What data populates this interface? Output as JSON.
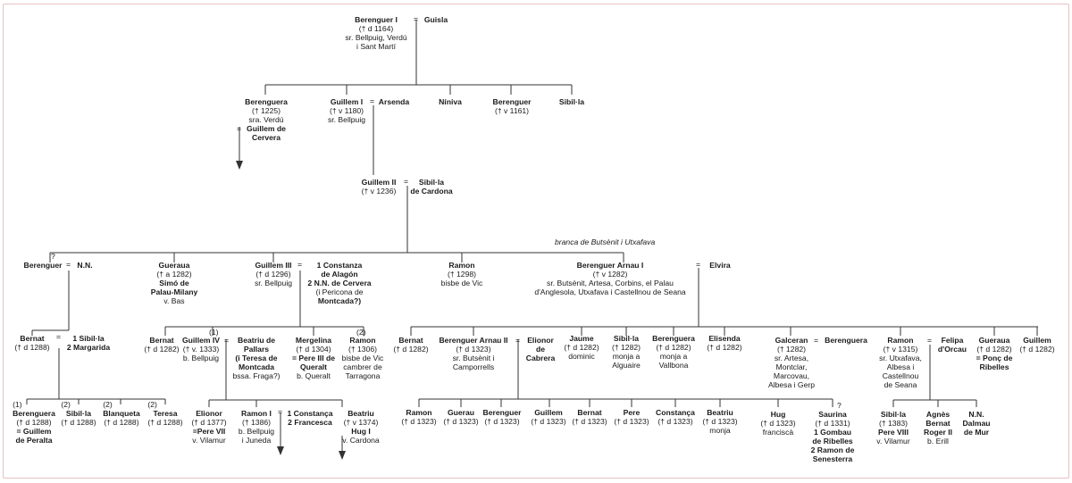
{
  "labels": {
    "branch": "branca de Butsènit i Utxafava",
    "q1": "?",
    "q2": "?",
    "eq": "="
  },
  "nodes": {
    "berenguer1": [
      "Berenguer I",
      "(† d 1164)",
      "sr. Bellpuig, Verdú",
      "i Sant Martí"
    ],
    "guisla": [
      "Guisla"
    ],
    "berenguera1": [
      "Berenguera",
      "(† 1225)",
      "sra. Verdú",
      "Guillem de",
      "Cervera"
    ],
    "guillem1": [
      "Guillem I",
      "(† v 1180)",
      "sr. Bellpuig"
    ],
    "arsenda": [
      "Arsenda"
    ],
    "niniva": [
      "Níniva"
    ],
    "berenguer_b": [
      "Berenguer",
      "(† v 1161)"
    ],
    "sibila1": [
      "Sibil·la"
    ],
    "guillem2": [
      "Guillem II",
      "(† v 1236)"
    ],
    "sibila_cardona": [
      "Sibil·la",
      "de Cardona"
    ],
    "berenguer_nn": [
      "Berenguer"
    ],
    "nn1": [
      "N.N."
    ],
    "gueraua1": [
      "Gueraua",
      "(† a 1282)",
      "Simó de",
      "Palau-Milany",
      "v. Bas"
    ],
    "guillem3": [
      "Guillem III",
      "(† d 1296)",
      "sr. Bellpuig"
    ],
    "constanza": [
      "1 Constanza",
      "de Alagón",
      "2 N.N. de Cervera",
      "(i Pericona de",
      "Montcada?)"
    ],
    "ramon1": [
      "Ramon",
      "(† 1298)",
      "bisbe de Vic"
    ],
    "berenguer_arnau1": [
      "Berenguer Arnau I",
      "(† v 1282)",
      "sr. Butsènit, Artesa, Corbins, el Palau",
      "d'Anglesola, Utxafava i Castellnou de Seana"
    ],
    "elvira": [
      "Elvira"
    ],
    "bernat1": [
      "Bernat",
      "(† d 1288)"
    ],
    "sibila_marg": [
      "1 Sibil·la",
      "2 Margarida"
    ],
    "bernat2": [
      "Bernat",
      "(† d 1282)"
    ],
    "guillem4": [
      "Guillem IV",
      "(† v. 1333)",
      "b. Bellpuig"
    ],
    "beatriu_pallars": [
      "Beatriu de",
      "Pallars",
      "(i Teresa de",
      "Montcada",
      "bssa. Fraga?)"
    ],
    "mergelina": [
      "Mergelina",
      "(† d 1304)",
      "= Pere III de",
      "Queralt",
      "b. Queralt"
    ],
    "ramon2": [
      "Ramon",
      "(† 1306)",
      "bisbe de Vic",
      "cambrer de",
      "Tarragona"
    ],
    "bernat3": [
      "Bernat",
      "(† d 1282)"
    ],
    "berenguer_arnau2": [
      "Berenguer Arnau II",
      "(† d 1323)",
      "sr. Butsènit i",
      "Camporrells"
    ],
    "elionor_cabrera": [
      "Elionor",
      "de",
      "Cabrera"
    ],
    "jaume": [
      "Jaume",
      "(† d 1282)",
      "dominic"
    ],
    "sibila2": [
      "Sibil·la",
      "(† 1282)",
      "monja a",
      "Alguaire"
    ],
    "berenguera2": [
      "Berenguera",
      "(† d 1282)",
      "monja a",
      "Vallbona"
    ],
    "elisenda": [
      "Elisenda",
      "(† d 1282)"
    ],
    "galceran": [
      "Galceran",
      "(† 1282)",
      "sr. Artesa,",
      "Montclar,",
      "Marcovau,",
      "Albesa i Gerp"
    ],
    "berenguera3": [
      "Berenguera"
    ],
    "ramon3": [
      "Ramon",
      "(† v 1315)",
      "sr. Utxafava,",
      "Albesa i",
      "Castellnou",
      "de Seana"
    ],
    "felipa": [
      "Felipa",
      "d'Orcau"
    ],
    "gueraua2": [
      "Gueraua",
      "(† d 1282)",
      "= Ponç de",
      "Ribelles"
    ],
    "guillem5": [
      "Guillem",
      "(† d 1282)"
    ],
    "berenguera4": [
      "(1)",
      "Berenguera",
      "(† d 1288)",
      "= Guillem",
      "de Peralta"
    ],
    "sibila3": [
      "(2)",
      "Sibil·la",
      "(† d 1288)"
    ],
    "blanqueta": [
      "(2)",
      "Blanqueta",
      "(† d 1288)"
    ],
    "teresa": [
      "(2)",
      "Teresa",
      "(† d 1288)"
    ],
    "elionor2": [
      "Elionor",
      "(† d 1377)",
      "=Pere VII",
      "v. Vilamur"
    ],
    "ramon_i": [
      "Ramon I",
      "(† 1386)",
      "b. Bellpuig",
      "i Juneda"
    ],
    "constanca_fr": [
      "1 Constança",
      "2 Francesca"
    ],
    "beatriu2": [
      "Beatriu",
      "(† v 1374)",
      "Hug I",
      "v. Cardona"
    ],
    "ramon4": [
      "Ramon",
      "(† d 1323)"
    ],
    "guerau": [
      "Guerau",
      "(† d 1323)"
    ],
    "berenguer4": [
      "Berenguer",
      "(† d 1323)"
    ],
    "guillem6": [
      "Guillem",
      "(† d 1323)"
    ],
    "bernat4": [
      "Bernat",
      "(† d 1323)"
    ],
    "pere": [
      "Pere",
      "(† d 1323)"
    ],
    "constanca2": [
      "Constança",
      "(† d 1323)"
    ],
    "beatriu3": [
      "Beatriu",
      "(† d 1323)",
      "monja"
    ],
    "hug": [
      "Hug",
      "(† d 1323)",
      "franciscà"
    ],
    "saurina": [
      "Saurina",
      "(† d 1331)",
      "1 Gombau",
      "de Ribelles",
      "2 Ramon de",
      "Senesterra"
    ],
    "sibila4": [
      "Sibil·la",
      "(† 1383)",
      "Pere VIII",
      "v. Vilamur"
    ],
    "agnes": [
      "Agnès",
      "Bernat",
      "Roger II",
      "b. Erill"
    ],
    "nn_dalmau": [
      "N.N.",
      "Dalmau",
      "de Mur"
    ],
    "marker_guillem4": [
      "(1)"
    ],
    "marker_ramon2": [
      "(2)"
    ]
  }
}
